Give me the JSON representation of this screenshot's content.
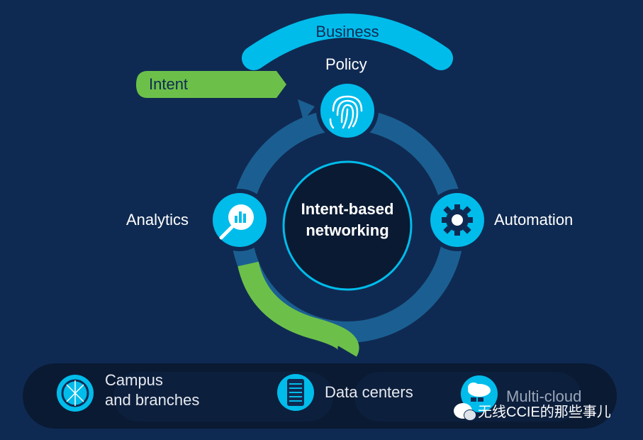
{
  "diagram": {
    "business_label": "Business",
    "intent_label": "Intent",
    "policy_label": "Policy",
    "analytics_label": "Analytics",
    "automation_label": "Automation",
    "center_line1": "Intent-based",
    "center_line2": "networking"
  },
  "bottom": {
    "campus_line1": "Campus",
    "campus_line2": "and branches",
    "datacenters": "Data centers",
    "multicloud": "Multi-cloud"
  },
  "watermark": {
    "text": "无线CCIE的那些事儿"
  },
  "colors": {
    "background": "#0f2a52",
    "cyan": "#00bceb",
    "green": "#6cc04a",
    "ring": "#1b5f92",
    "center_fill": "#0a1a33"
  },
  "icons": [
    "fingerprint-icon",
    "analytics-chart-icon",
    "gear-icon",
    "globe-icon",
    "server-icon",
    "cloud-icon"
  ]
}
